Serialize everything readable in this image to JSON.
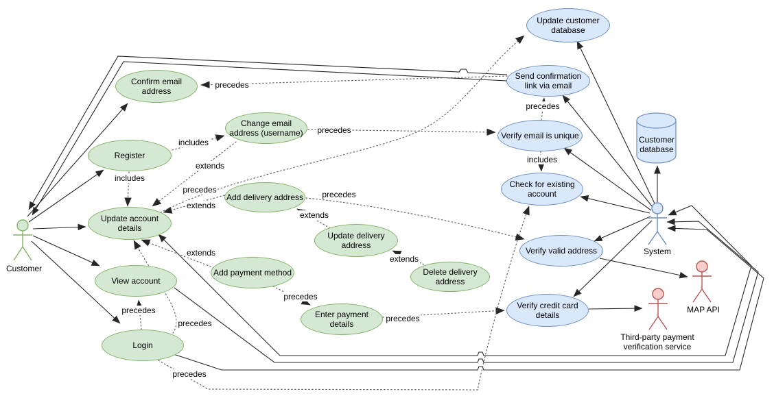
{
  "colors": {
    "use_case_green_fill": "#d5e8d4",
    "use_case_green_stroke": "#82b366",
    "use_case_blue_fill": "#dae8fc",
    "use_case_blue_stroke": "#6c8ebf",
    "external_actor_stroke": "#b85450",
    "external_actor_fill": "#f8cecc",
    "solid_edge": "#262626",
    "dotted_edge": "#5f5f5f"
  },
  "actors": {
    "customer": {
      "label": "Customer"
    },
    "system": {
      "label": "System"
    },
    "third_party": {
      "label": "Third-party payment\nverification service"
    },
    "map_api": {
      "label": "MAP API"
    }
  },
  "database": {
    "label": "Customer\ndatabase"
  },
  "use_cases": {
    "confirm_email": {
      "label": "Confirm email\naddress"
    },
    "register": {
      "label": "Register"
    },
    "change_email": {
      "label": "Change email\naddress (username)"
    },
    "update_account": {
      "label": "Update account\ndetails"
    },
    "add_delivery": {
      "label": "Add delivery address"
    },
    "update_delivery": {
      "label": "Update delivery\naddress"
    },
    "delete_delivery": {
      "label": "Delete delivery\naddress"
    },
    "add_payment": {
      "label": "Add payment method"
    },
    "enter_payment": {
      "label": "Enter payment details"
    },
    "view_account": {
      "label": "View account"
    },
    "login": {
      "label": "Login"
    },
    "update_db": {
      "label": "Update customer\ndatabase"
    },
    "send_confirm": {
      "label": "Send confirmation\nlink via email"
    },
    "verify_email": {
      "label": "Verify email is unique"
    },
    "check_existing": {
      "label": "Check for existing\naccount"
    },
    "verify_address": {
      "label": "Verify valid address"
    },
    "verify_cc": {
      "label": "Verify credit card\ndetails"
    }
  },
  "edge_labels": {
    "precedes_confirm_email": "precedes",
    "includes_change_email": "includes",
    "extends_change_email": "extends",
    "includes_update_account": "includes",
    "precedes_update_db": "precedes",
    "extends_add_delivery": "extends",
    "precedes_verify_email": "precedes",
    "precedes_verify_address": "precedes",
    "extends_update_delivery": "extends",
    "extends_delete_delivery": "extends",
    "extends_add_payment": "extends",
    "precedes_enter_payment": "precedes",
    "precedes_verify_cc": "precedes",
    "precedes_view_account": "precedes",
    "precedes_update_account": "precedes",
    "precedes_check_existing": "precedes",
    "precedes_send_confirm": "precedes",
    "includes_check_existing": "includes"
  }
}
